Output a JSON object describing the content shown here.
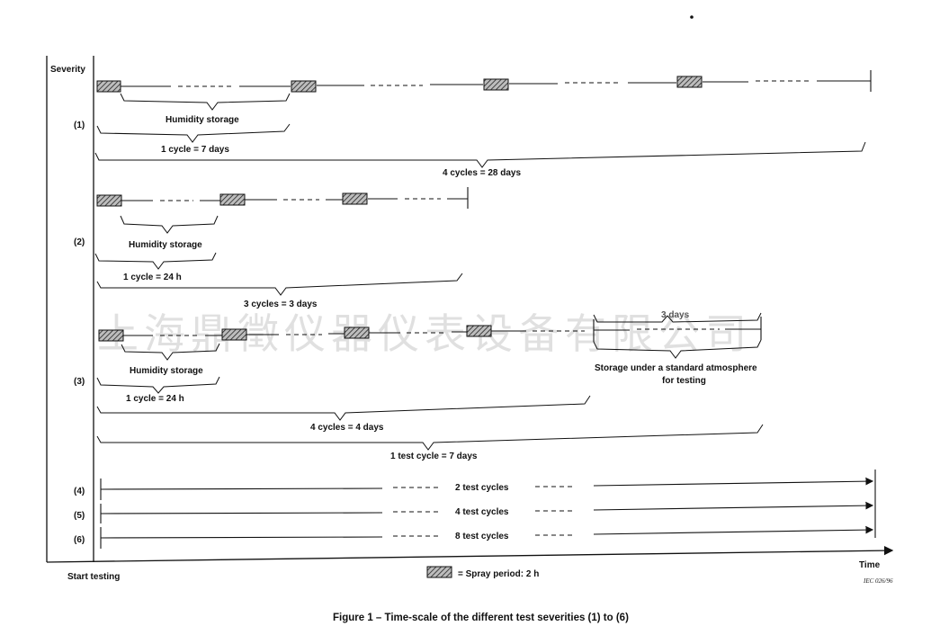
{
  "axis": {
    "y_label": "Severity",
    "x_start_label": "Start testing",
    "x_end_label": "Time"
  },
  "severities": {
    "s1": "(1)",
    "s2": "(2)",
    "s3": "(3)",
    "s4": "(4)",
    "s5": "(5)",
    "s6": "(6)"
  },
  "labels": {
    "s1_humidity": "Humidity storage",
    "s1_cycle": "1 cycle = 7 days",
    "s1_total": "4 cycles = 28 days",
    "s2_humidity": "Humidity storage",
    "s2_cycle": "1 cycle = 24 h",
    "s2_total": "3 cycles = 3 days",
    "s3_humidity": "Humidity storage",
    "s3_cycle": "1 cycle = 24 h",
    "s3_total": "4 cycles = 4 days",
    "s3_test_cycle": "1 test cycle = 7 days",
    "s3_days": "3 days",
    "s3_storage_line1": "Storage under a standard atmosphere",
    "s3_storage_line2": "for testing",
    "s4_text": "2 test cycles",
    "s5_text": "4 test cycles",
    "s6_text": "8 test cycles"
  },
  "legend": {
    "text": "= Spray period: 2 h"
  },
  "ref": "IEC 026/96",
  "caption": "Figure 1 – Time-scale of the different test severities (1) to (6)",
  "watermark": "上海鼎徵仪器仪表设备有限公司",
  "colors": {
    "ink": "#111111",
    "hatch_fill": "#9a9a9a",
    "watermark": "#c8c8c8"
  }
}
